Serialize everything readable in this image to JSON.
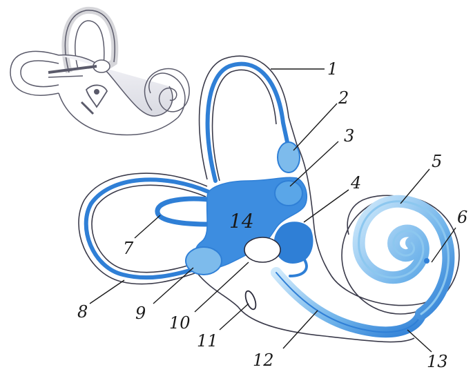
{
  "diagram": {
    "labels": [
      {
        "id": "1",
        "text": "1"
      },
      {
        "id": "2",
        "text": "2"
      },
      {
        "id": "3",
        "text": "3"
      },
      {
        "id": "4",
        "text": "4"
      },
      {
        "id": "5",
        "text": "5"
      },
      {
        "id": "6",
        "text": "6"
      },
      {
        "id": "7",
        "text": "7"
      },
      {
        "id": "8",
        "text": "8"
      },
      {
        "id": "9",
        "text": "9"
      },
      {
        "id": "10",
        "text": "10"
      },
      {
        "id": "11",
        "text": "11"
      },
      {
        "id": "12",
        "text": "12"
      },
      {
        "id": "13",
        "text": "13"
      },
      {
        "id": "14",
        "text": "14"
      }
    ],
    "colors": {
      "membranous": "#2f7fd6",
      "membranous_light": "#8cc7ef",
      "bony_outline": "#3a3a4a",
      "thumbnail_fill": "#ecebf4",
      "label_text": "#1a1a1a"
    }
  }
}
